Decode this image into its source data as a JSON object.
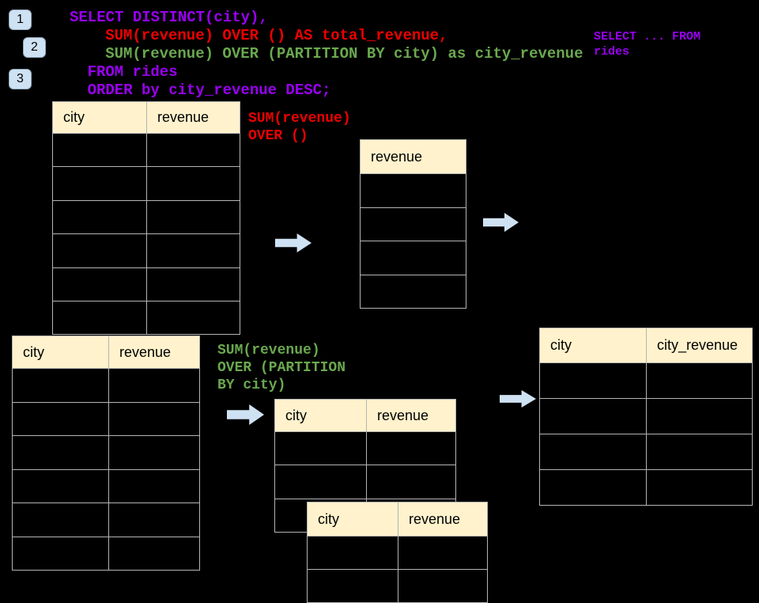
{
  "colors": {
    "background": "#000000",
    "purple": "#9900f2",
    "red": "#ee0000",
    "green": "#6aa84f",
    "header_bg": "#fff2cc",
    "border": "#b4b4b4",
    "arrow_fill": "#cfe2f3",
    "badge_bg": "#cfe2f3",
    "table_text": "#000000"
  },
  "badges": [
    {
      "label": "1"
    },
    {
      "label": "2"
    },
    {
      "label": "3"
    }
  ],
  "text_blocks": {
    "sql_code": {
      "lines": [
        {
          "t": "SELECT DISTINCT(city),",
          "c": "purple",
          "ind": 0
        },
        {
          "t": "SUM(revenue) OVER () AS total_revenue,",
          "c": "red",
          "ind": 4
        },
        {
          "t": "SUM(revenue) OVER (PARTITION BY city) as city_revenue",
          "c": "green",
          "ind": 4
        },
        {
          "t": "FROM rides",
          "c": "purple",
          "ind": 2
        },
        {
          "t": "ORDER by city_revenue DESC;",
          "c": "purple",
          "ind": 2
        }
      ]
    },
    "side_note": {
      "lines": [
        {
          "t": "SELECT ... FROM",
          "c": "purple"
        },
        {
          "t": "rides",
          "c": "purple"
        }
      ]
    },
    "sum_over_label": {
      "lines": [
        {
          "t": "SUM(revenue)",
          "c": "red"
        },
        {
          "t": "OVER ()",
          "c": "red"
        }
      ]
    },
    "partition_label": {
      "lines": [
        {
          "t": "SUM(revenue)",
          "c": "green"
        },
        {
          "t": "OVER (PARTITION",
          "c": "green"
        },
        {
          "t": "BY city)",
          "c": "green"
        }
      ]
    }
  },
  "tables": {
    "rides_top": {
      "columns": [
        "city",
        "revenue"
      ],
      "empty_rows": 6
    },
    "total_revenue_result": {
      "columns": [
        "revenue"
      ],
      "empty_rows": 4
    },
    "rides_bottom": {
      "columns": [
        "city",
        "revenue"
      ],
      "empty_rows": 6
    },
    "partition_step": {
      "columns": [
        "city",
        "revenue"
      ],
      "empty_rows": 3
    },
    "partition_step_overlay": {
      "columns": [
        "city",
        "revenue"
      ],
      "empty_rows": 2
    },
    "city_revenue_result": {
      "columns": [
        "city",
        "city_revenue"
      ],
      "empty_rows": 4
    }
  },
  "icons": {
    "arrow_right": "block-arrow-right"
  }
}
